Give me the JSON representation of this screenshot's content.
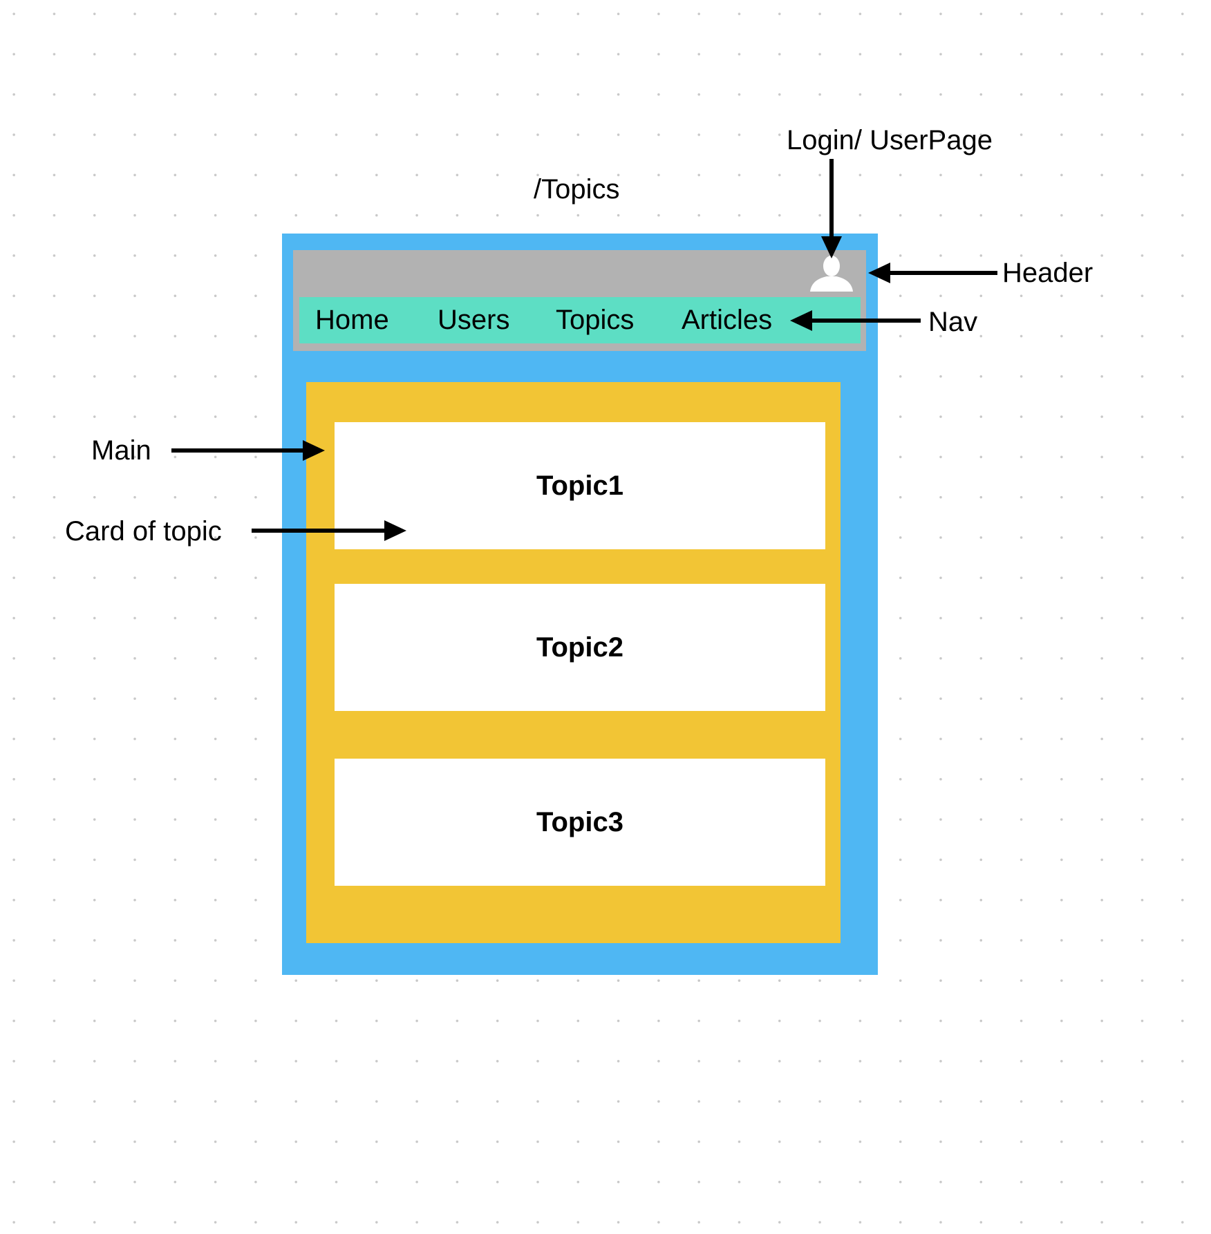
{
  "route_label": "/Topics",
  "annotations": {
    "login": "Login/ UserPage",
    "header": "Header",
    "nav": "Nav",
    "main": "Main",
    "card": "Card of topic"
  },
  "nav": {
    "items": [
      {
        "label": "Home"
      },
      {
        "label": "Users"
      },
      {
        "label": "Topics"
      },
      {
        "label": "Articles"
      }
    ]
  },
  "cards": [
    {
      "title": "Topic1"
    },
    {
      "title": "Topic2"
    },
    {
      "title": "Topic3"
    }
  ],
  "icons": {
    "user": "user-avatar-icon"
  },
  "colors": {
    "frame": "#4fb7f3",
    "header": "#b2b2b2",
    "nav": "#5ddec4",
    "main": "#f2c535",
    "card": "#ffffff",
    "arrow": "#000000"
  }
}
